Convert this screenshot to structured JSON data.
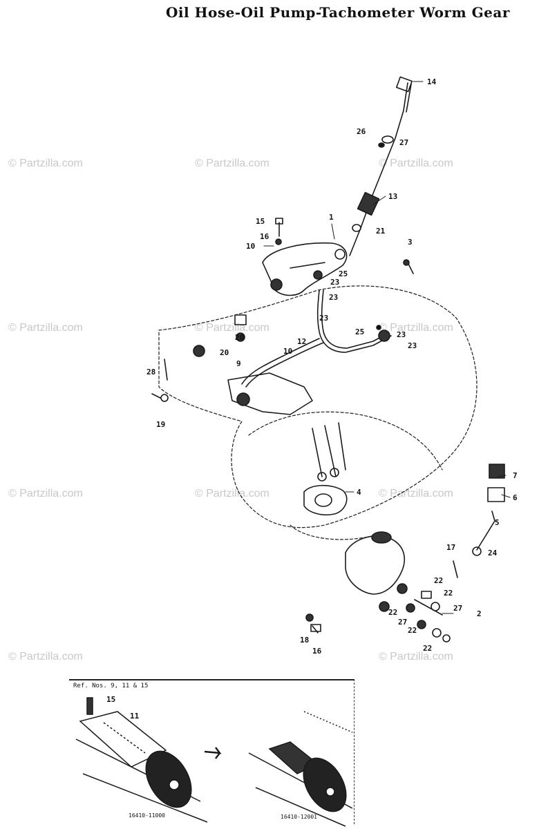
{
  "title": "Oil Hose-Oil Pump-Tachometer Worm Gear",
  "watermark_text": "© Partzilla.com",
  "callouts": [
    {
      "id": "c14",
      "text": "14"
    },
    {
      "id": "c26a",
      "text": "26"
    },
    {
      "id": "c27a",
      "text": "27"
    },
    {
      "id": "c13",
      "text": "13"
    },
    {
      "id": "c21",
      "text": "21"
    },
    {
      "id": "c15a",
      "text": "15"
    },
    {
      "id": "c16a",
      "text": "16"
    },
    {
      "id": "c10a",
      "text": "10"
    },
    {
      "id": "c1",
      "text": "1"
    },
    {
      "id": "c3",
      "text": "3"
    },
    {
      "id": "c25a",
      "text": "25"
    },
    {
      "id": "c23a",
      "text": "23"
    },
    {
      "id": "c23b",
      "text": "23"
    },
    {
      "id": "c23c",
      "text": "23"
    },
    {
      "id": "c25b",
      "text": "25"
    },
    {
      "id": "c23d",
      "text": "23"
    },
    {
      "id": "c23e",
      "text": "23"
    },
    {
      "id": "c12",
      "text": "12"
    },
    {
      "id": "c10b",
      "text": "10"
    },
    {
      "id": "c20a",
      "text": "20"
    },
    {
      "id": "c20b",
      "text": "20"
    },
    {
      "id": "c28",
      "text": "28"
    },
    {
      "id": "c9",
      "text": "9"
    },
    {
      "id": "c19",
      "text": "19"
    },
    {
      "id": "c7",
      "text": "7"
    },
    {
      "id": "c6",
      "text": "6"
    },
    {
      "id": "c5",
      "text": "5"
    },
    {
      "id": "c24",
      "text": "24"
    },
    {
      "id": "c4",
      "text": "4"
    },
    {
      "id": "c17",
      "text": "17"
    },
    {
      "id": "c22a",
      "text": "22"
    },
    {
      "id": "c22b",
      "text": "22"
    },
    {
      "id": "c27b",
      "text": "27"
    },
    {
      "id": "c2",
      "text": "2"
    },
    {
      "id": "c22c",
      "text": "22"
    },
    {
      "id": "c27c",
      "text": "27"
    },
    {
      "id": "c22d",
      "text": "22"
    },
    {
      "id": "c22e",
      "text": "22"
    },
    {
      "id": "c18",
      "text": "18"
    },
    {
      "id": "c16b",
      "text": "16"
    },
    {
      "id": "c15b",
      "text": "15"
    },
    {
      "id": "c11",
      "text": "11"
    }
  ],
  "inset": {
    "caption": "Ref. Nos. 9, 11 & 15",
    "code_left": "16410-11000",
    "code_right": "16410-12001"
  }
}
